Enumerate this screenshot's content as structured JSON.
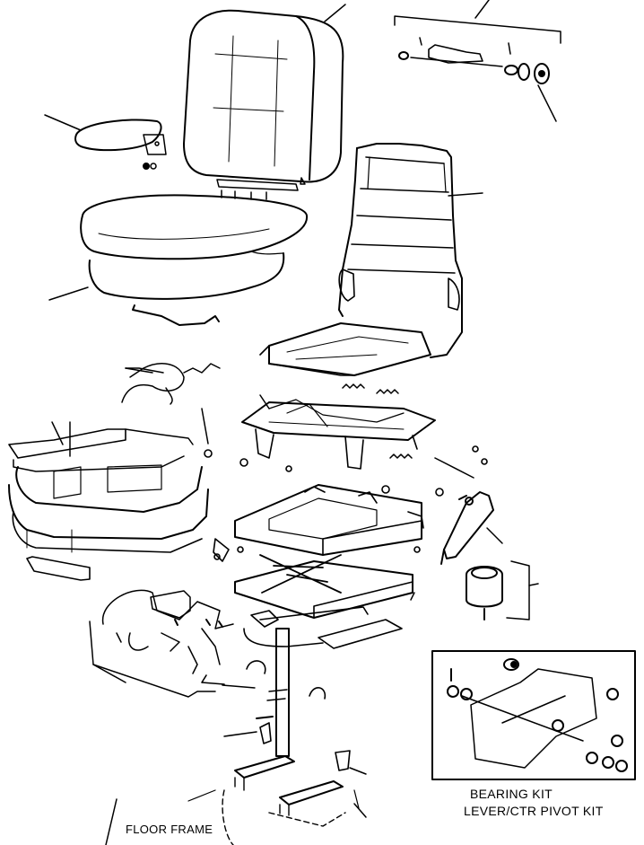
{
  "labels": {
    "bearing_kit": "BEARING KIT",
    "lever_pivot_kit": "LEVER/CTR PIVOT KIT",
    "floor_frame": "FLOOR FRAME"
  }
}
